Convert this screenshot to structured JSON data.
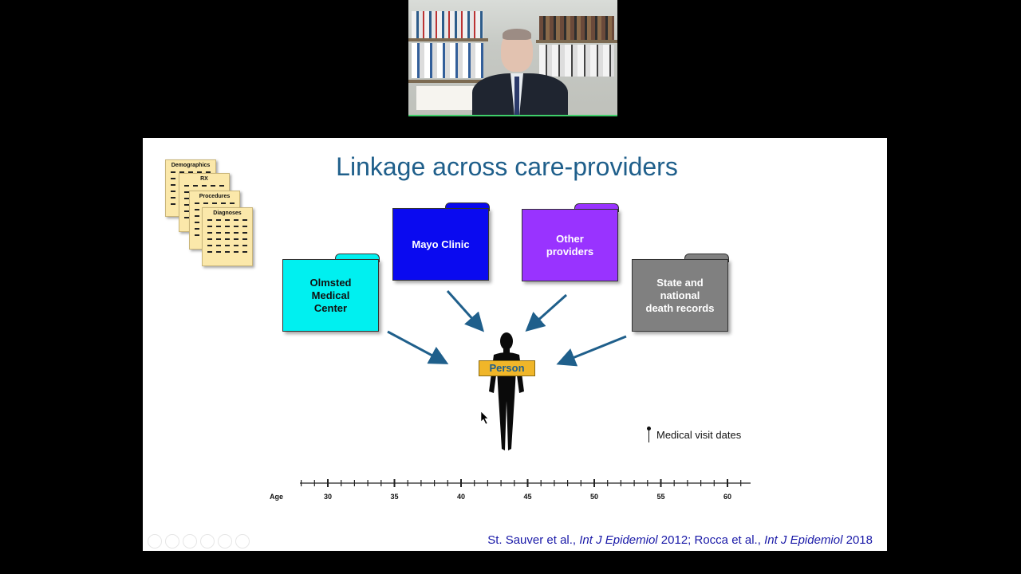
{
  "slide": {
    "title": "Linkage across care-providers",
    "documents": [
      "Demographics",
      "RX",
      "Procedures",
      "Diagnoses"
    ],
    "folders": [
      {
        "label": "Olmsted\nMedical\nCenter",
        "color": "#00f0f0",
        "text_color": "#111111"
      },
      {
        "label": "Mayo Clinic",
        "color": "#0a0af0",
        "text_color": "#ffffff"
      },
      {
        "label": "Other\nproviders",
        "color": "#9933ff",
        "text_color": "#ffffff"
      },
      {
        "label": "State and\nnational\ndeath records",
        "color": "#808080",
        "text_color": "#ffffff"
      }
    ],
    "person_label": "Person",
    "legend_label": "Medical visit dates",
    "timeline": {
      "axis_label": "Age",
      "ticks": [
        "30",
        "35",
        "40",
        "45",
        "50",
        "55",
        "60"
      ]
    },
    "citation": {
      "part1": "St. Sauver et al., ",
      "journal1": "Int J Epidemiol",
      "year1": " 2012; Rocca et al., ",
      "journal2": "Int J Epidemiol",
      "year2": " 2018"
    }
  },
  "colors": {
    "title": "#1f5f8b",
    "arrow": "#1f5f8b",
    "person_label_bg": "#f0b629"
  }
}
